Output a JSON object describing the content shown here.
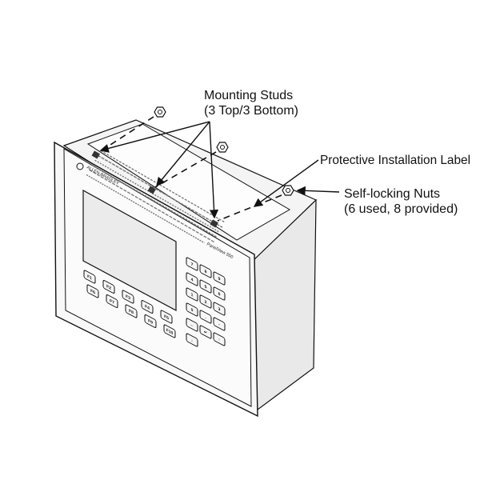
{
  "callouts": {
    "mounting_studs": {
      "line1": "Mounting Studs",
      "line2": "(3 Top/3 Bottom)"
    },
    "protective_label": {
      "line1": "Protective Installation Label"
    },
    "self_locking_nuts": {
      "line1": "Self-locking Nuts",
      "line2": "(6 used, 8 provided)"
    }
  },
  "device": {
    "brand": "ALLEN-BRADLEY",
    "model": "PanelView 550"
  },
  "keypad": {
    "function_keys": [
      [
        "F1",
        "F2",
        "F3",
        "F4",
        "F5"
      ],
      [
        "F6",
        "F7",
        "F8",
        "F9",
        "F10"
      ]
    ],
    "numeric_keys": [
      "7",
      "8",
      "9",
      "4",
      "5",
      "6",
      "1",
      "2",
      "3",
      "0",
      ".",
      "-",
      "←",
      "↵",
      "↑",
      "↓"
    ]
  }
}
